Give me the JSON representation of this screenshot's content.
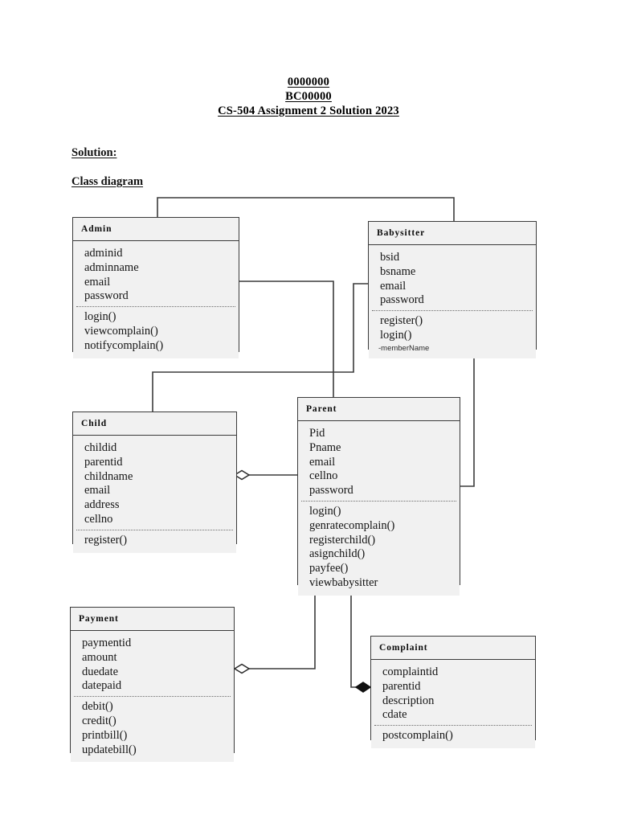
{
  "document": {
    "header_lines": [
      "0000000",
      "BC00000",
      "CS-504 Assignment 2 Solution 2023"
    ],
    "solution_label": "Solution:",
    "section_label": "Class diagram"
  },
  "diagram": {
    "type": "uml-class-diagram",
    "classes": [
      {
        "id": "admin",
        "name": "Admin",
        "attributes": [
          "adminid",
          "adminname",
          "email",
          "password"
        ],
        "methods": [
          "login()",
          "viewcomplain()",
          "notifycomplain()"
        ]
      },
      {
        "id": "babysitter",
        "name": "Babysitter",
        "attributes": [
          "bsid",
          "bsname",
          "email",
          "password"
        ],
        "methods": [
          "register()",
          "login()"
        ],
        "extra_member": "-memberName"
      },
      {
        "id": "child",
        "name": "Child",
        "attributes": [
          "childid",
          "parentid",
          "childname",
          "email",
          "address",
          "cellno"
        ],
        "methods": [
          "register()"
        ]
      },
      {
        "id": "parent",
        "name": "Parent",
        "attributes": [
          "Pid",
          "Pname",
          "email",
          "cellno",
          "password"
        ],
        "methods": [
          "login()",
          "genratecomplain()",
          "registerchild()",
          "asignchild()",
          "payfee()",
          "viewbabysitter"
        ]
      },
      {
        "id": "payment",
        "name": "Payment",
        "attributes": [
          "paymentid",
          "amount",
          "duedate",
          "datepaid"
        ],
        "methods": [
          "debit()",
          "credit()",
          "printbill()",
          "updatebill()"
        ]
      },
      {
        "id": "complaint",
        "name": "Complaint",
        "attributes": [
          "complaintid",
          "parentid",
          "description",
          "cdate"
        ],
        "methods": [
          "postcomplain()"
        ]
      }
    ],
    "relationships": [
      {
        "from": "admin",
        "to": "babysitter",
        "kind": "association",
        "marker": "none"
      },
      {
        "from": "admin",
        "to": "parent",
        "kind": "association",
        "marker": "none"
      },
      {
        "from": "babysitter",
        "to": "parent",
        "kind": "association",
        "marker": "none"
      },
      {
        "from": "admin",
        "to": "child",
        "kind": "association",
        "marker": "none"
      },
      {
        "from": "child",
        "to": "parent",
        "kind": "aggregation",
        "marker": "hollow-diamond"
      },
      {
        "from": "payment",
        "to": "parent",
        "kind": "aggregation",
        "marker": "hollow-diamond"
      },
      {
        "from": "parent",
        "to": "complaint",
        "kind": "composition",
        "marker": "filled-diamond"
      }
    ],
    "style": {
      "box_fill": "#f1f1f1",
      "box_border": "#3a3a3a",
      "line_color": "#3b3b3b",
      "page_background": "#ffffff"
    }
  }
}
